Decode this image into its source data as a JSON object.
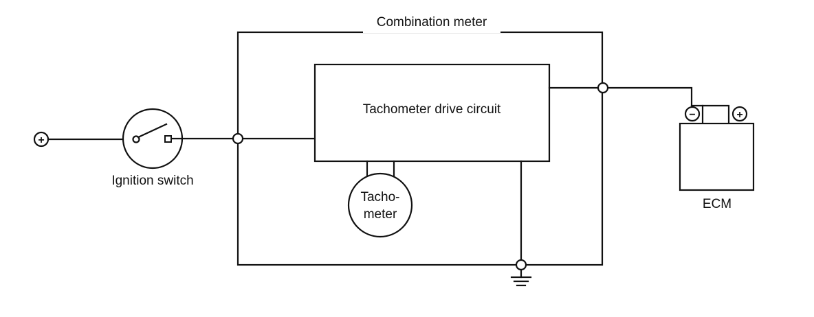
{
  "diagram": {
    "title": "Combination meter",
    "components": {
      "battery_positive": "+",
      "ignition_switch": "Ignition switch",
      "drive_circuit": "Tachometer drive circuit",
      "tachometer_line1": "Tacho-",
      "tachometer_line2": "meter",
      "ecm": "ECM",
      "ecm_negative": "−",
      "ecm_positive": "+"
    }
  }
}
